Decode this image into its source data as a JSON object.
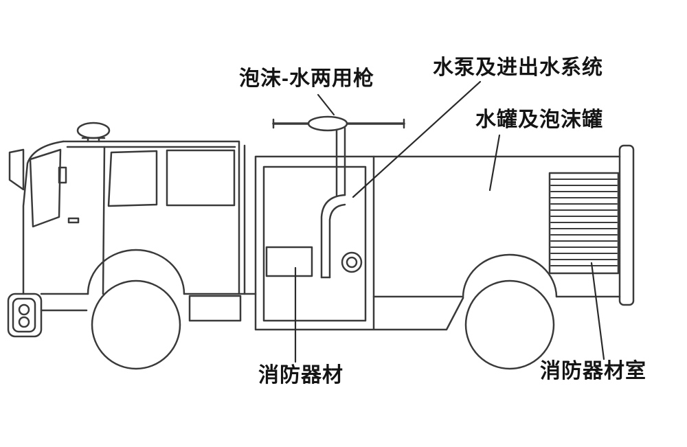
{
  "diagram": {
    "subject": "foam fire truck schematic",
    "background_color": "#ffffff",
    "line_color": "#3a3a3a",
    "text_color": "#141414",
    "labels": {
      "foam_water_gun": "泡沫-水两用枪",
      "pump_inlet_outlet_system": "水泵及进出水系统",
      "water_tank_foam_tank": "水罐及泡沫罐",
      "fire_equipment": "消防器材",
      "fire_equipment_compartment": "消防器材室"
    }
  }
}
